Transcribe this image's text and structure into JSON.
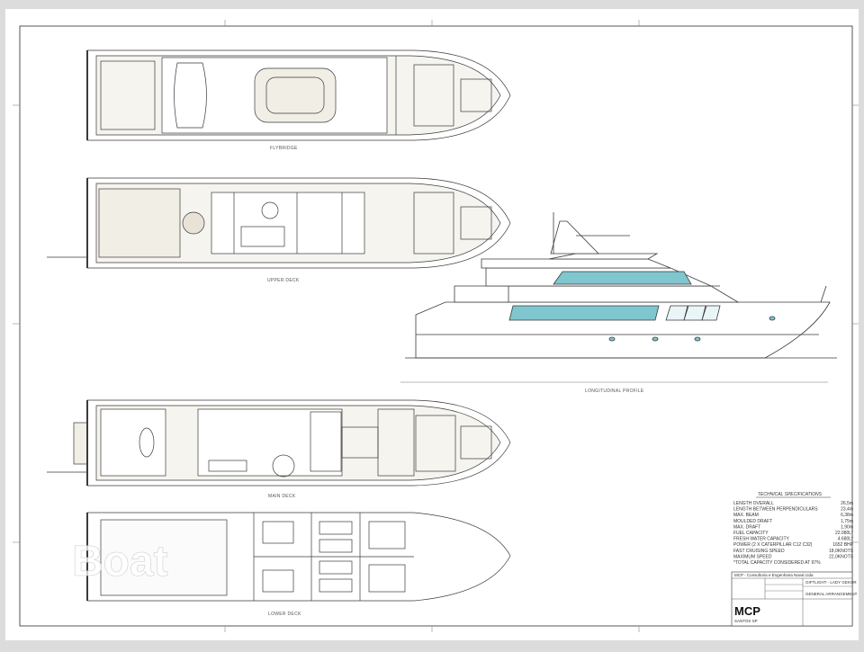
{
  "drawing": {
    "labels": {
      "flybridge": "FLYBRIDGE",
      "upper_deck": "UPPER DECK",
      "profile": "LONGITUDINAL PROFILE",
      "main_deck": "MAIN DECK",
      "lower_deck": "LOWER DECK"
    },
    "specs": {
      "title": "TECHNICAL SPECIFICATIONS",
      "rows": [
        {
          "label": "LENGTH OVERALL",
          "value": "26,5m"
        },
        {
          "label": "LENGTH BETWEEN PERPENDICULARS",
          "value": "23,4m"
        },
        {
          "label": "MAX. BEAM",
          "value": "6,38m"
        },
        {
          "label": "MOULDED DRAFT",
          "value": "1,75m"
        },
        {
          "label": "MAX. DRAFT",
          "value": "1,90m"
        },
        {
          "label": "FUEL CAPACITY",
          "value": "22.080L*"
        },
        {
          "label": "FRESH WATER CAPACITY",
          "value": "4.680L*"
        },
        {
          "label": "POWER (2 X CATERPILLAR C12 C32)",
          "value": "1652 BHP"
        },
        {
          "label": "FAST CRUISING SPEED",
          "value": "18,0KNOTS"
        },
        {
          "label": "MAXIMUM SPEED",
          "value": "22,0KNOTS"
        }
      ],
      "note": "*TOTAL CAPACITY CONSIDERED AT 97%"
    },
    "title_block": {
      "company": "MCP - Consultoria e Engenharia Naval Ltda",
      "project": "GIFTLIGHT - LADY GEKOR",
      "sheet_title": "GENERAL ARRANGEMENT",
      "logo": "MCP",
      "city": "SANTOS SP"
    },
    "watermark": "Boat"
  },
  "colors": {
    "line": "#3a3a3a",
    "hull_fill": "#ffffff",
    "deck_fill": "#f3f0ea",
    "glass": "#7fc6cf",
    "frame": "#555555",
    "background": "#dcdcdc"
  }
}
